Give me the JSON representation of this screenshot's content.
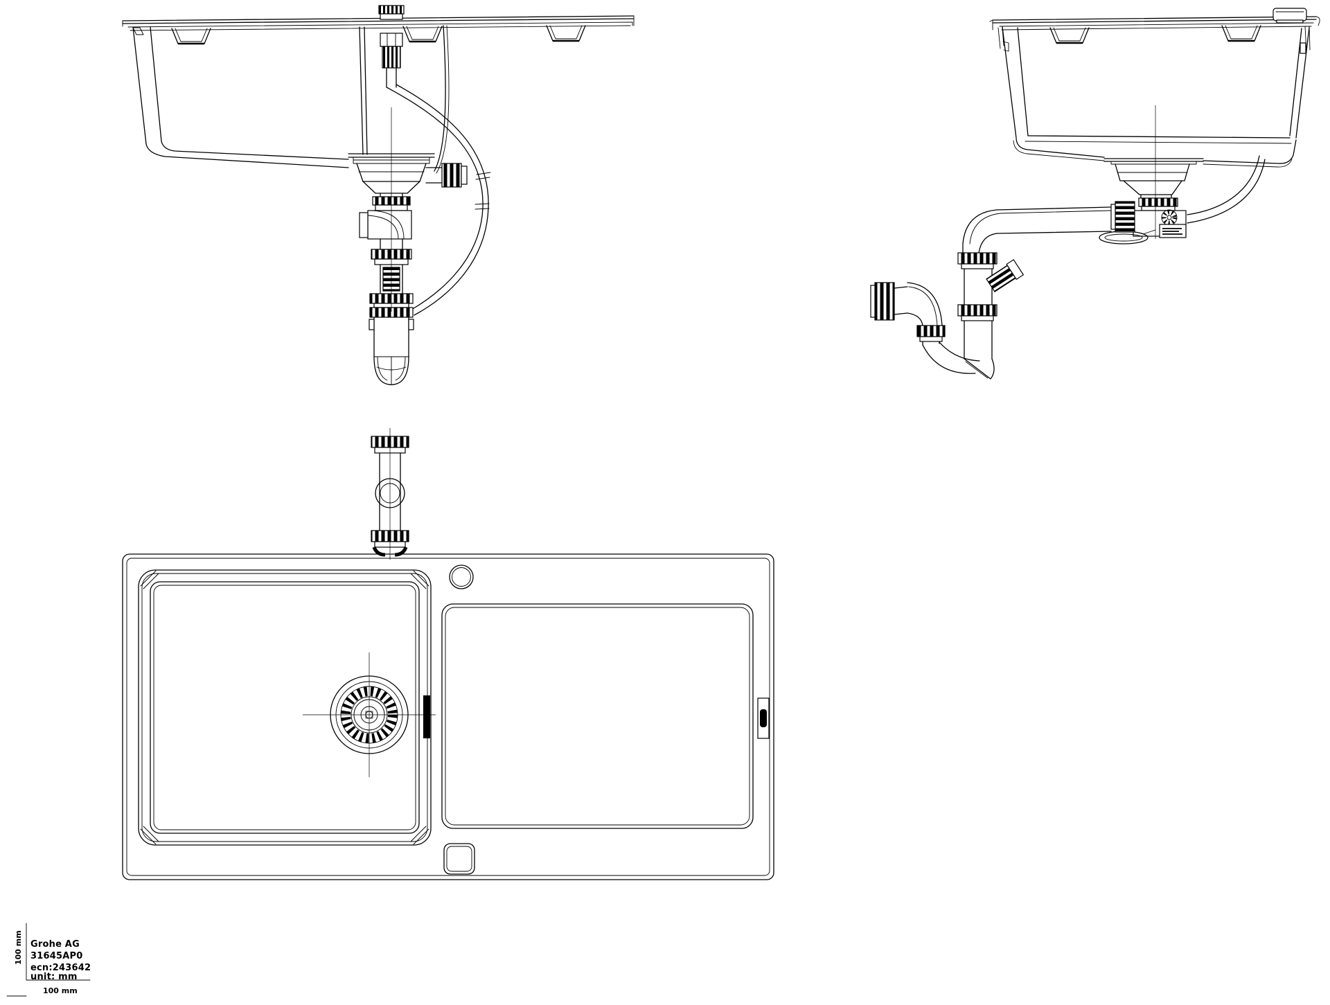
{
  "drawing": {
    "background_color": "#ffffff",
    "line_color": "#000000",
    "type": "CAD technical drawing, kitchen sink with drain and trap assembly, three orthographic views"
  },
  "title_block": {
    "manufacturer": "Grohe AG",
    "part_number": "31645AP0",
    "ecn": "ecn:243642",
    "unit": "unit: mm",
    "scale_horizontal": "100 mm",
    "scale_vertical": "100 mm"
  }
}
